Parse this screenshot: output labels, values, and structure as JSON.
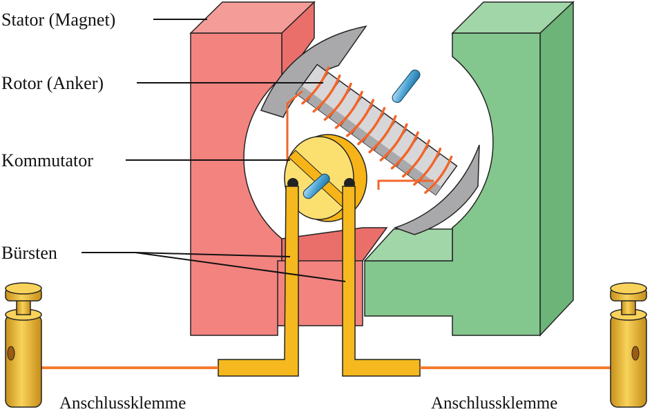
{
  "labels": {
    "stator": "Stator (Magnet)",
    "rotor": "Rotor (Anker)",
    "kommutator": "Kommutator",
    "buersten": "Bürsten",
    "klemme_links": "Anschlussklemme",
    "klemme_rechts": "Anschlussklemme"
  },
  "colors": {
    "stator_left_front": "#f2837f",
    "stator_left_side": "#ea6f6b",
    "stator_left_top": "#f49c98",
    "stator_right_front": "#84c78e",
    "stator_right_side": "#6cb478",
    "stator_right_top": "#a1d6a8",
    "armature_core": "#a9a9ab",
    "armature_light": "#d7d7d9",
    "coil_wire": "#f2652a",
    "commutator": "#f6b418",
    "commutator_face": "#fbe070",
    "brush": "#f5b81e",
    "shaft": "#4da6d6",
    "lead_wire": "#f47a2c"
  }
}
